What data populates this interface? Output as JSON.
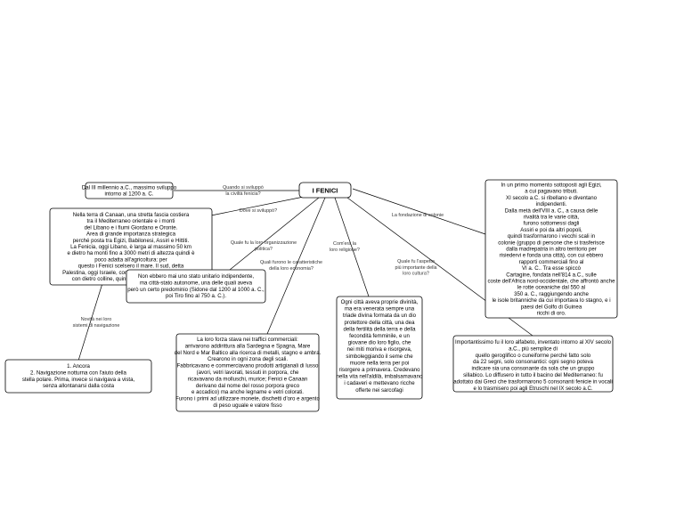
{
  "central": {
    "title": "I FENICI"
  },
  "nodes": {
    "sviluppo": [
      "Dal III millennio a.C., massimo sviluppo",
      "intorno al 1200 a. C."
    ],
    "terra": [
      "Nella terra di Canaan, una stretta fascia costiera",
      "tra il Mediterraneo orientale e i monti",
      "del Libano e i fiumi Giordano e Oronte.",
      "Area di grande importanza strategica",
      "perché posta tra Egizi, Babilonesi, Assiri e Hittiti.",
      "La Fenicia, oggi Libano, è larga al massimo 50 km",
      "e dietro ha monti fino a 3000 metri di altezza quindi è",
      "poco adatta all'agricoltura: per",
      "questo i Fenici scelsero il mare. Il sud, detta",
      "Palestina, oggi Israele, comprende una pianura più vasta",
      "con dietro colline, quindi più aperta alle invasioni."
    ],
    "navigazione": [
      "1. Ancora",
      "2. Navigazione notturna con l'aiuto della",
      "stella polare. Prima, invece si navigava a vista,",
      "senza allontanarsi dalla costa"
    ],
    "politica": [
      "Non ebbero mai uno stato unitario indipendente,",
      "ma città-stato autonome, una delle quali aveva",
      "però un certo predominio (Sidone dal 1200 al 1000 a. C.,",
      "poi Tiro fino al 750 a. C.)."
    ],
    "economia": [
      "La loro forza stava nei traffici commerciali:",
      "arrivarono addirittura alla Sardegna e Spagna, Mare",
      "del Nord e Mar Baltico alla ricerca di metalli, stagno e ambra.",
      "Crearono in ogni zona degli scali.",
      "Fabbricavano e commerciavano prodotti artigianali di lusso",
      "(avori, vetri lavorati, tessuti in porpora, che",
      "ricavavano da molluschi, murice; Fenici e Canaan",
      "derivano dal nome del rosso porpora greco",
      "e accadico) ma anche legname e vetri colorati.",
      "Furono i primi ad utilizzare monete, dischetti d'oro e argento",
      "di peso uguale e valore fisso"
    ],
    "religione": [
      "Ogni città aveva proprie divinità,",
      "ma era venerata sempre una",
      "triade divina formata da un dio",
      "protettore della città, una dea",
      "della fertilità della terra e della",
      "fecondità femminile, e un",
      "giovane dio loro figlio, che",
      "nei miti moriva e risorgeva,",
      "simboleggiando il seme che",
      "muore nella terra per poi",
      "risorgere a primavera. Credevano",
      "nella vita nell'aldilà, imbalsamavano",
      "i cadaveri e mettevano ricche",
      "offerte nei sarcofagi"
    ],
    "colonie": [
      "In un primo momento sottoposti agli Egizi,",
      "a cui pagavano tributi.",
      "XI secolo a.C. si ribellano e diventano",
      "indipendenti.",
      "Dalla metà dell'VIII a. C., a causa delle",
      "rivalità tra le varie città,",
      "furono sottomessi dagli",
      "Assiri e poi da altri popoli,",
      "quindi trasformarono i vecchi scali in",
      "colonie (gruppo di persone che si trasferisce",
      "dalla madrepatria in altro territorio per",
      "risiedervi e fonda una città), con cui ebbero",
      "rapporti commerciali fino al",
      "VI a. C.. Tra esse spiccò",
      "Cartagine, fondata nell'814 a.C., sulle",
      "coste dell'Africa nord-occidentale, che affrontò anche",
      "le rotte oceaniche dal 550 al",
      "350 a. C., raggiungendo anche",
      "le isole britanniche da cui importava lo stagno, e i",
      "paesi del Golfo di Guinea",
      "ricchi di oro."
    ],
    "cultura": [
      "Importantissimo fu il loro alfabeto, inventato intorno al XIV secolo",
      "a.C., più semplice di",
      "quello geroglifico o cuneiforme perché fatto solo",
      "da 22 segni, solo consonantici: ogni segno poteva",
      "indicare sia una consonante da sola che un gruppo",
      "sillabico. Lo diffusero in tutto il bacino del Mediterraneo: fu",
      "adottato dai Greci che trasformarono 5 consonanti fenicie in vocali",
      "e lo trasmisero poi agli Etruschi nel IX secolo a.C."
    ]
  },
  "edges": {
    "quando": [
      "Quando si sviluppò",
      "la civiltà fenicia?"
    ],
    "dove": [
      "Dove si sviluppò?"
    ],
    "navigazione": [
      "Novità nei loro",
      "sistemi di navigazione"
    ],
    "politica": [
      "Quale fu la loro organizzazione",
      "politica?"
    ],
    "economia": [
      "Quali furono le caratteristiche",
      "della loro economia?"
    ],
    "religione": [
      "Com'era la",
      "loro religione?"
    ],
    "cultura": [
      "Quale fu l'aspetto",
      "più importante della",
      "loro cultura?"
    ],
    "colonie": [
      "La fondazione di colonie"
    ]
  }
}
